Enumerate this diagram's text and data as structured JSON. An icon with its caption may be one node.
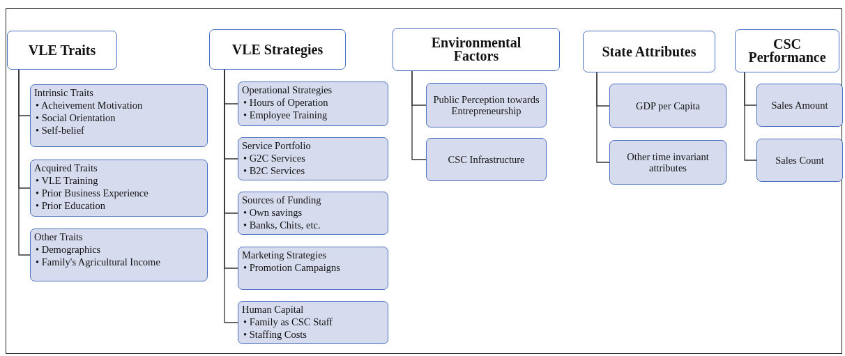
{
  "diagram": {
    "nodes": [
      {
        "text": [
          "VLE  Traits"
        ]
      },
      {
        "text": [
          "Intrinsic Traits",
          "• Acheivement  Motivation",
          "• Social Orientation",
          "• Self-belief"
        ]
      },
      {
        "text": [
          "Acquired Traits",
          "• VLE Training",
          "• Prior Business Experience",
          "• Prior Education"
        ]
      },
      {
        "text": [
          "Other Traits",
          "• Demographics",
          "• Family's Agricultural Income"
        ]
      },
      {
        "text": [
          "VLE  Strategies"
        ]
      },
      {
        "text": [
          "Operational Strategies",
          "• Hours of Operation",
          "• Employee Training"
        ]
      },
      {
        "text": [
          "Service Portfolio",
          "• G2C Services",
          "• B2C Services"
        ]
      },
      {
        "text": [
          "Sources of Funding",
          "• Own savings",
          "• Banks, Chits, etc."
        ]
      },
      {
        "text": [
          "Marketing Strategies",
          "• Promotion Campaigns"
        ]
      },
      {
        "text": [
          "Human Capital",
          "• Family as CSC Staff",
          "• Staffing Costs"
        ]
      },
      {
        "text": [
          "Environmental Factors"
        ]
      },
      {
        "text": [
          "Public Perception towards Entrepreneurship"
        ]
      },
      {
        "text": [
          "CSC Infrastructure"
        ]
      },
      {
        "text": [
          "State Attributes"
        ]
      },
      {
        "text": [
          "GDP per Capita"
        ]
      },
      {
        "text": [
          "Other time invariant attributes"
        ]
      },
      {
        "text": [
          "CSC Performance"
        ]
      },
      {
        "text": [
          "Sales Amount"
        ]
      },
      {
        "text": [
          "Sales Count"
        ]
      }
    ],
    "edges": [
      {
        "from": 0,
        "to": 1,
        "arrow": "none"
      },
      {
        "from": 0,
        "to": 2,
        "arrow": "none"
      },
      {
        "from": 0,
        "to": 3,
        "arrow": "none"
      },
      {
        "from": 4,
        "to": 5,
        "arrow": "none"
      },
      {
        "from": 4,
        "to": 6,
        "arrow": "none"
      },
      {
        "from": 4,
        "to": 7,
        "arrow": "none"
      },
      {
        "from": 4,
        "to": 8,
        "arrow": "none"
      },
      {
        "from": 4,
        "to": 9,
        "arrow": "none"
      },
      {
        "from": 10,
        "to": 11,
        "arrow": "none"
      },
      {
        "from": 10,
        "to": 12,
        "arrow": "none"
      },
      {
        "from": 13,
        "to": 14,
        "arrow": "none"
      },
      {
        "from": 13,
        "to": 15,
        "arrow": "none"
      },
      {
        "from": 16,
        "to": 17,
        "arrow": "none"
      },
      {
        "from": 16,
        "to": 18,
        "arrow": "none"
      }
    ]
  }
}
